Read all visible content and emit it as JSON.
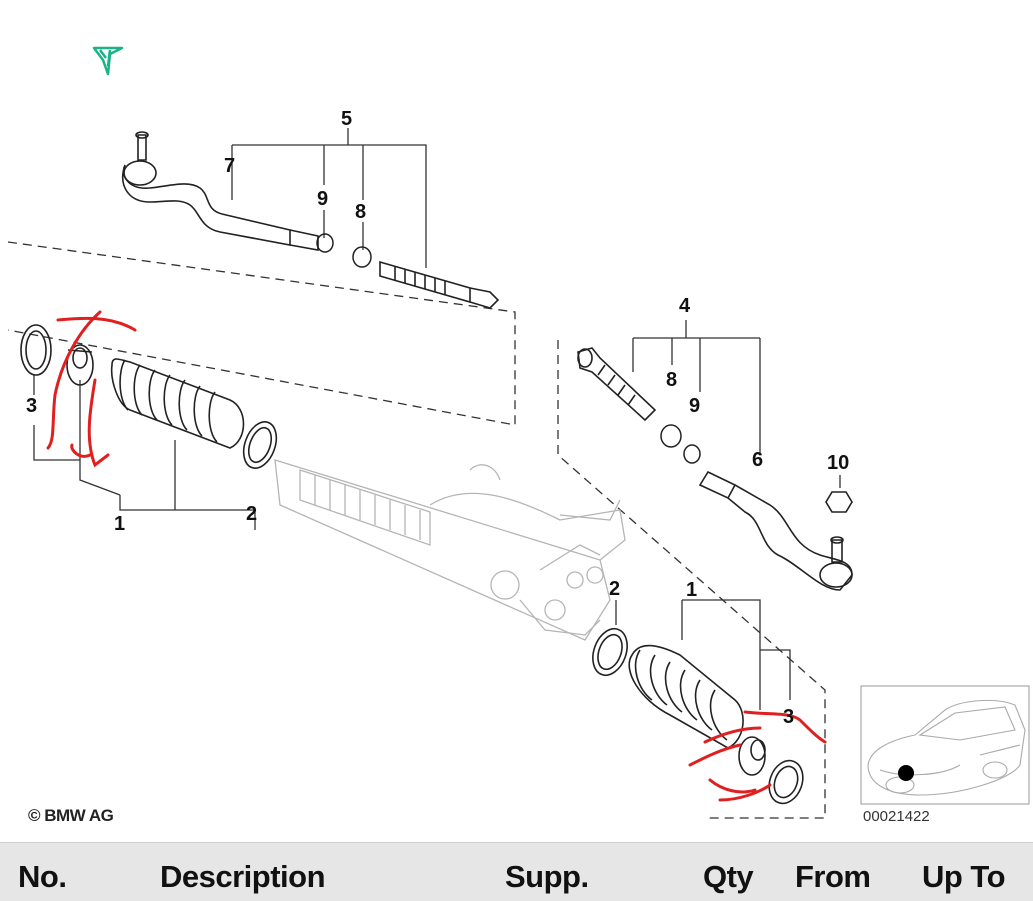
{
  "diagram": {
    "callouts": [
      {
        "id": "c5",
        "text": "5"
      },
      {
        "id": "c7",
        "text": "7"
      },
      {
        "id": "c9a",
        "text": "9"
      },
      {
        "id": "c8a",
        "text": "8"
      },
      {
        "id": "c3a",
        "text": "3"
      },
      {
        "id": "c1a",
        "text": "1"
      },
      {
        "id": "c2a",
        "text": "2"
      },
      {
        "id": "c4",
        "text": "4"
      },
      {
        "id": "c8b",
        "text": "8"
      },
      {
        "id": "c9b",
        "text": "9"
      },
      {
        "id": "c6",
        "text": "6"
      },
      {
        "id": "c10",
        "text": "10"
      },
      {
        "id": "c2b",
        "text": "2"
      },
      {
        "id": "c1b",
        "text": "1"
      },
      {
        "id": "c3b",
        "text": "3"
      }
    ],
    "copyright": "© BMW AG",
    "reference_number": "00021422",
    "markup_color": "#e02020",
    "logo_color": "#19b38a"
  },
  "table": {
    "columns": [
      "No.",
      "Description",
      "Supp.",
      "Qty",
      "From",
      "Up To"
    ]
  }
}
